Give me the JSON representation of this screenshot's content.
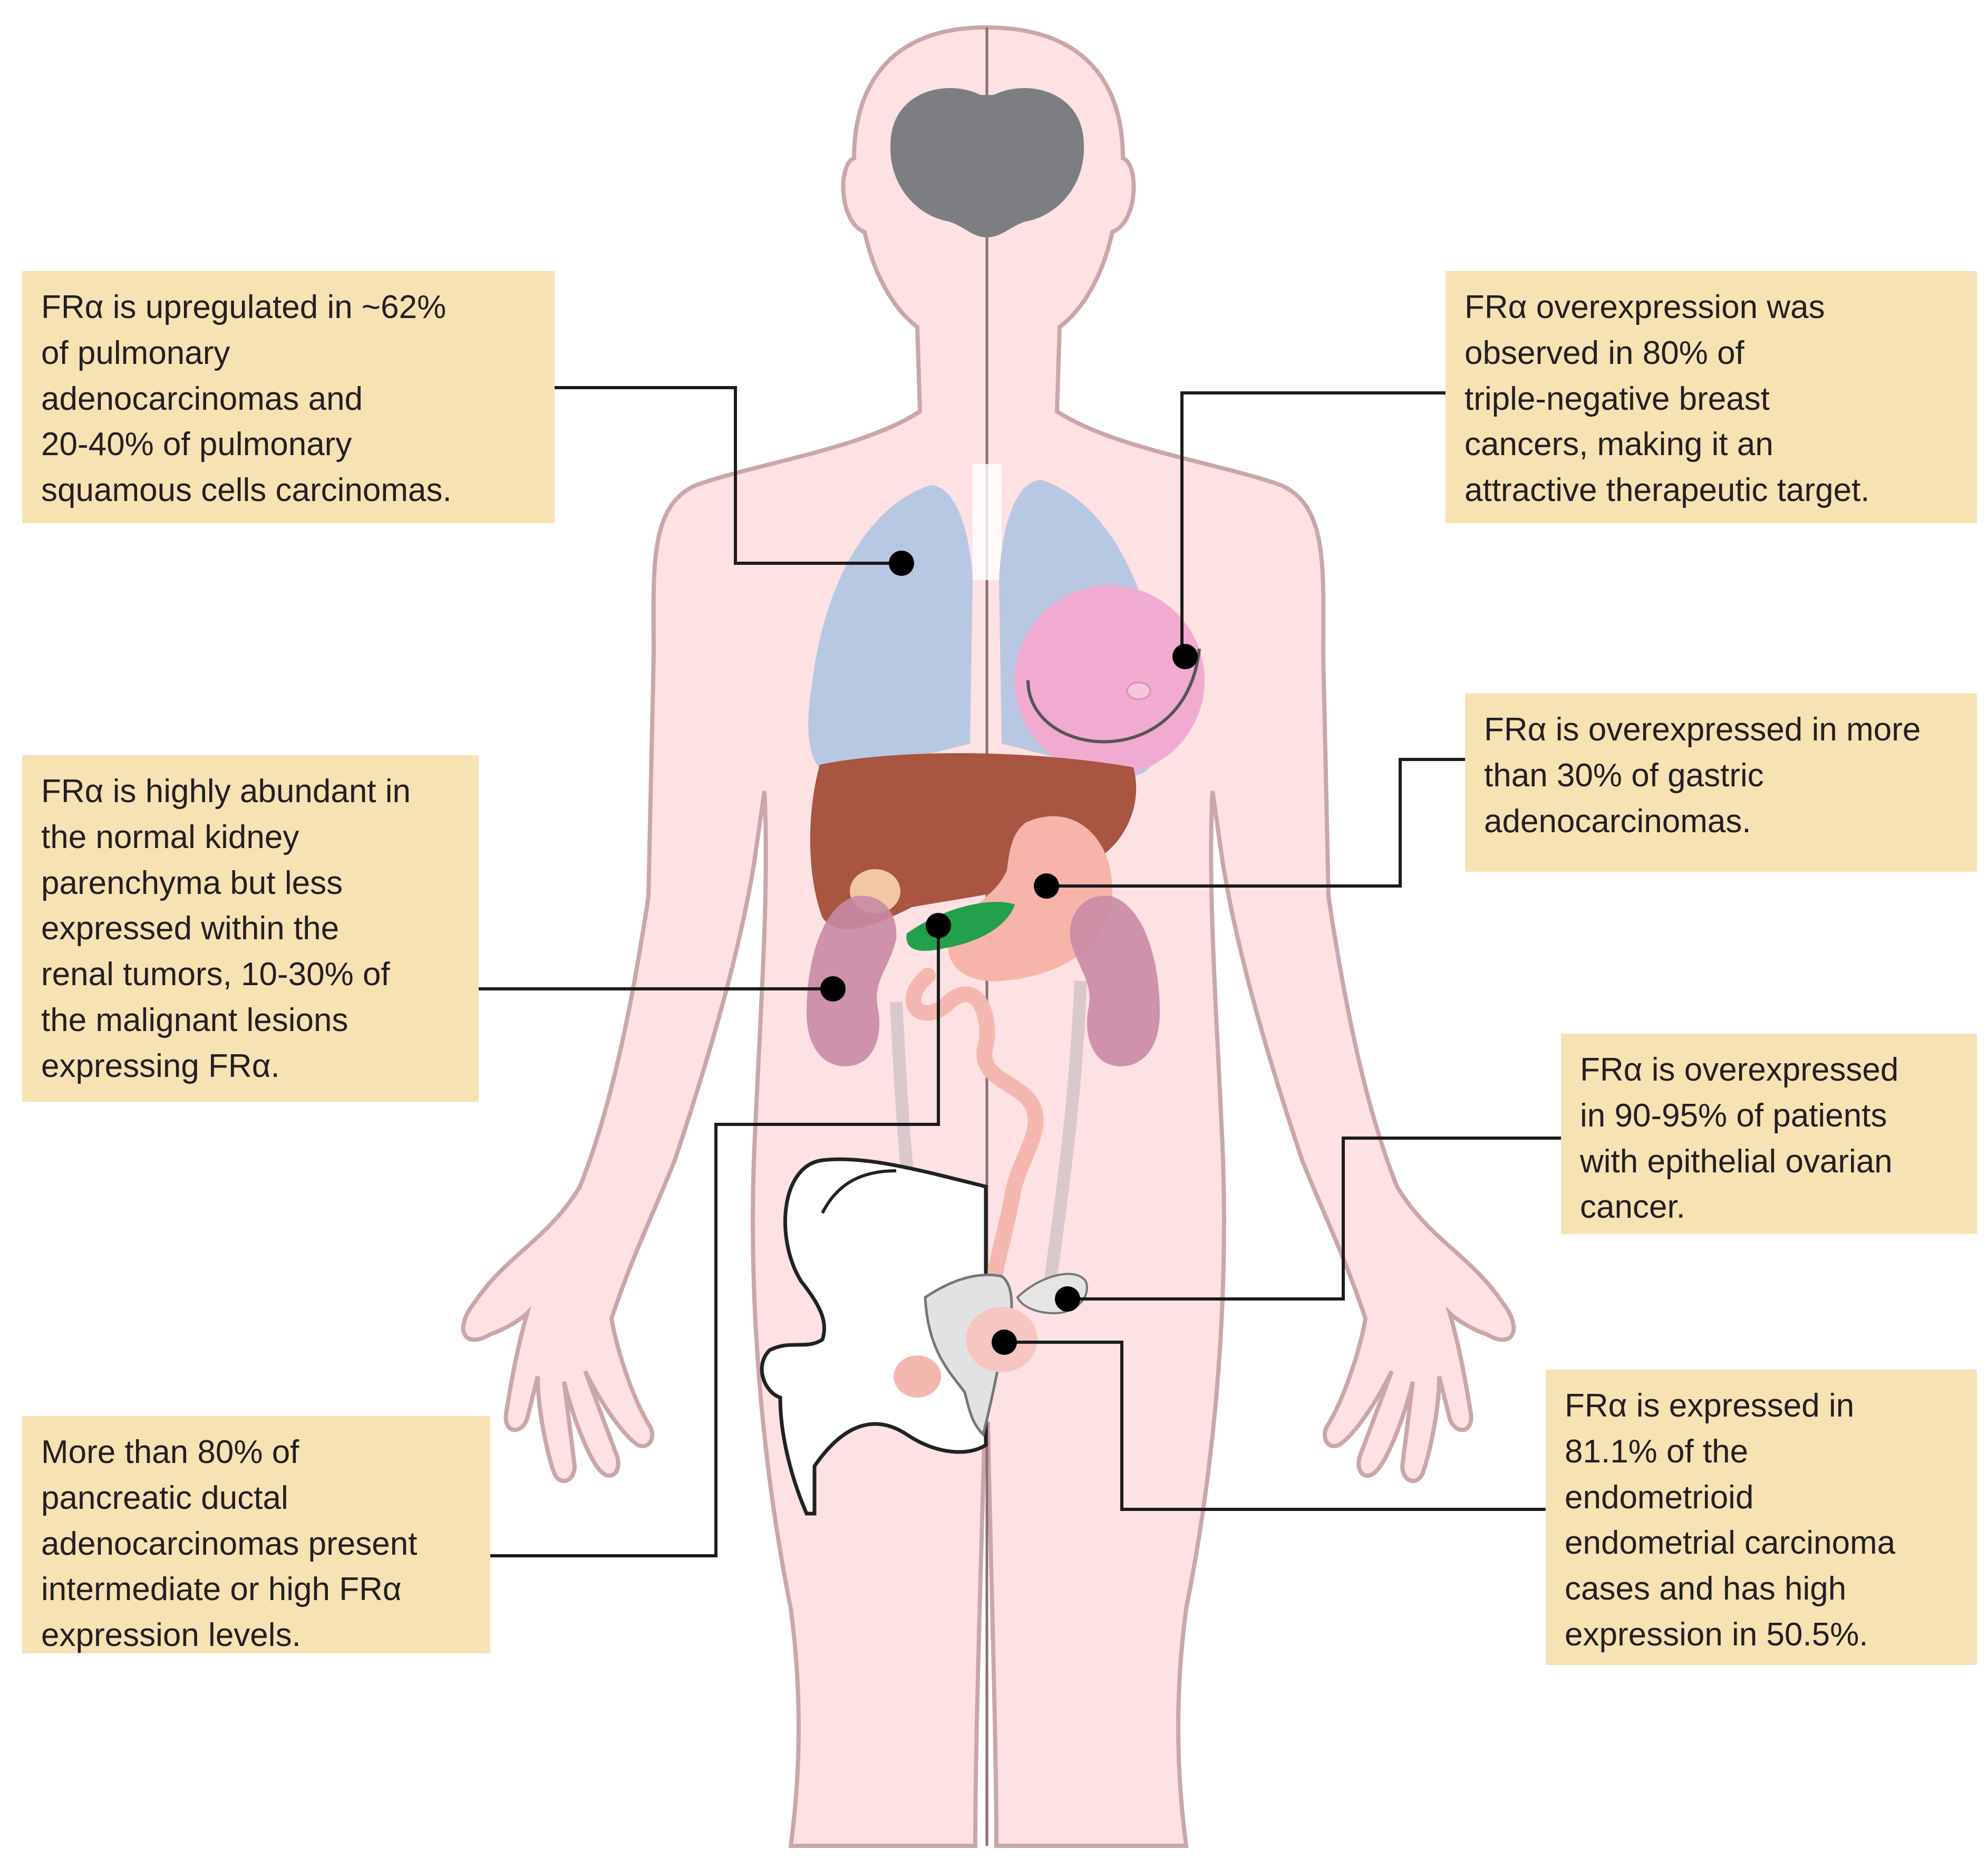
{
  "colors": {
    "body": "#fde1e3",
    "body_outline": "#caa6aa",
    "callout_bg": "#f7e2b4",
    "lungs": "#b9c8e2",
    "liver": "#a85541",
    "brain": "#7d7e81",
    "breast": "#f1abd0",
    "kidney": "#c98aa4",
    "bladder": "#f7c6c2",
    "pancreas": "#22a04b",
    "stomach": "#f7b4ab",
    "bone": "#ffffff",
    "sacrum": "#e2e2e2",
    "leader_line": "#1b1b1b"
  },
  "callouts": {
    "lung": {
      "icon": "lung-icon",
      "lines": [
        "FRα is upregulated in ~62%",
        "of pulmonary",
        "adenocarcinomas and",
        "20-40% of pulmonary",
        "squamous cells carcinomas."
      ]
    },
    "breast": {
      "icon": "breast-icon",
      "lines": [
        "FRα overexpression was",
        "observed in 80% of",
        "triple-negative breast",
        "cancers, making it an",
        "attractive therapeutic target."
      ]
    },
    "gastric": {
      "icon": "stomach-icon",
      "lines": [
        "FRα is overexpressed in more",
        "than 30% of gastric",
        "adenocarcinomas."
      ]
    },
    "kidney": {
      "icon": "kidney-icon",
      "lines": [
        "FRα is highly abundant in",
        "the normal kidney",
        "parenchyma but less",
        "expressed within the",
        "renal tumors, 10-30% of",
        "the malignant lesions",
        "expressing FRα."
      ]
    },
    "ovarian": {
      "icon": "ovary-icon",
      "lines": [
        "FRα is overexpressed",
        "in 90-95% of patients",
        "with epithelial ovarian",
        "cancer."
      ]
    },
    "pancreas": {
      "icon": "pancreas-icon",
      "lines": [
        "More than 80% of",
        "pancreatic ductal",
        "adenocarcinomas present",
        "intermediate or high FRα",
        "expression levels."
      ]
    },
    "endometrium": {
      "icon": "uterus-icon",
      "lines": [
        "FRα is expressed in",
        "81.1% of the",
        "endometrioid",
        "endometrial carcinoma",
        "cases and has high",
        "expression in 50.5%."
      ]
    }
  }
}
